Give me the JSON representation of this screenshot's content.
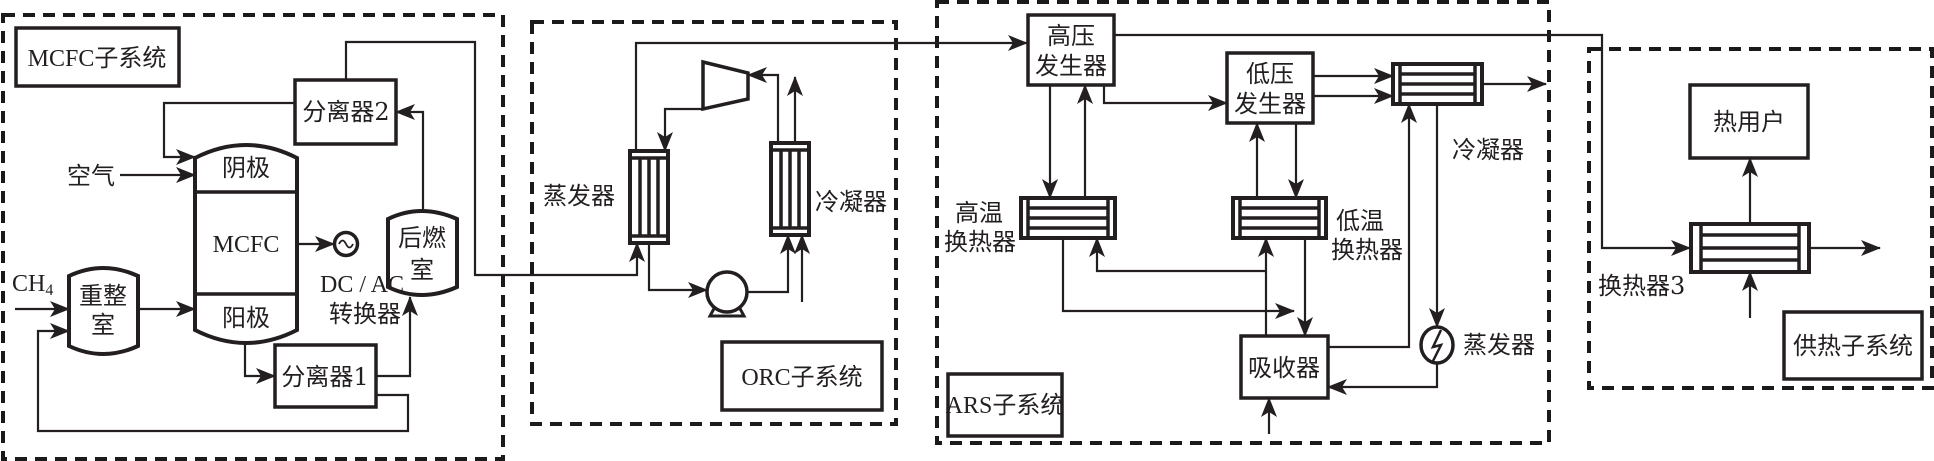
{
  "figure": {
    "type": "system-flow-diagram",
    "description": "MCFC-ORC-ARS combined cooling, heating and power system"
  },
  "subsystems": {
    "mcfc": {
      "title": "MCFC子系统",
      "components": {
        "cathode": "阴极",
        "stack": "MCFC",
        "anode": "阳极",
        "reformer_line1": "重整",
        "reformer_line2": "室",
        "afterburner_line1": "后燃",
        "afterburner_line2": "室",
        "separator1": "分离器1",
        "separator2": "分离器2",
        "inverter_line1": "DC / AC",
        "inverter_line2": "转换器"
      },
      "inputs": {
        "air": "空气",
        "methane": "CH",
        "methane_subscript": "4"
      }
    },
    "orc": {
      "title": "ORC子系统",
      "components": {
        "evaporator": "蒸发器",
        "condenser": "冷凝器",
        "turbine": "turbine",
        "pump": "pump"
      }
    },
    "ars": {
      "title": "ARS子系统",
      "components": {
        "hp_generator_line1": "高压",
        "hp_generator_line2": "发生器",
        "lp_generator_line1": "低压",
        "lp_generator_line2": "发生器",
        "ht_hx_line1": "高温",
        "ht_hx_line2": "换热器",
        "lt_hx_line1": "低温",
        "lt_hx_line2": "换热器",
        "condenser": "冷凝器",
        "absorber": "吸收器",
        "evaporator": "蒸发器"
      }
    },
    "heating": {
      "title": "供热子系统",
      "components": {
        "heat_user": "热用户",
        "hx3": "换热器3"
      }
    }
  },
  "colors": {
    "stroke": "#231f20",
    "background": "#ffffff"
  }
}
